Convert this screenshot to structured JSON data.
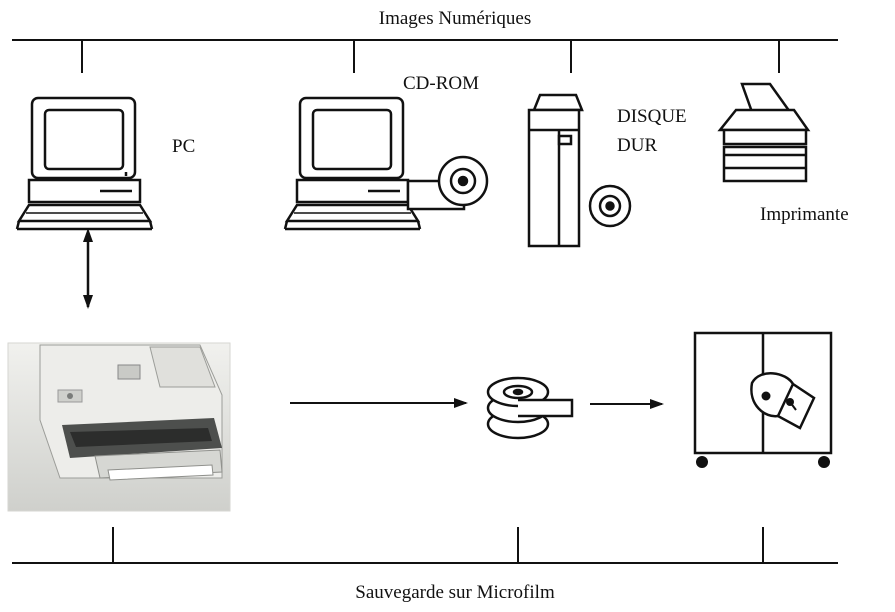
{
  "diagram": {
    "top_bus_label": "Images Numériques",
    "bottom_bus_label": "Sauvegarde sur Microfilm",
    "nodes": [
      {
        "id": "pc",
        "label": "PC",
        "icon": "computer-icon"
      },
      {
        "id": "cdrom",
        "label": "CD-ROM",
        "icon": "computer-with-cd-drive-icon"
      },
      {
        "id": "disk",
        "label_line1": "DISQUE",
        "label_line2": "DUR",
        "icon": "server-tower-icon"
      },
      {
        "id": "printer",
        "label": "Imprimante",
        "icon": "printer-icon"
      },
      {
        "id": "scanner",
        "label": "",
        "icon": "document-scanner-icon"
      },
      {
        "id": "microfilm",
        "label": "",
        "icon": "microfilm-reel-icon"
      },
      {
        "id": "cabinet",
        "label": "",
        "icon": "storage-cabinet-icon"
      }
    ],
    "edges": [
      {
        "from": "pc",
        "to": "scanner",
        "type": "bidirectional"
      },
      {
        "from": "scanner",
        "to": "microfilm",
        "type": "directed"
      },
      {
        "from": "microfilm",
        "to": "cabinet",
        "type": "directed"
      }
    ]
  },
  "colors": {
    "stroke": "#111111",
    "scanner_body": "#e6e6e3",
    "scanner_shadow": "#b9bab6",
    "background": "#ffffff"
  }
}
